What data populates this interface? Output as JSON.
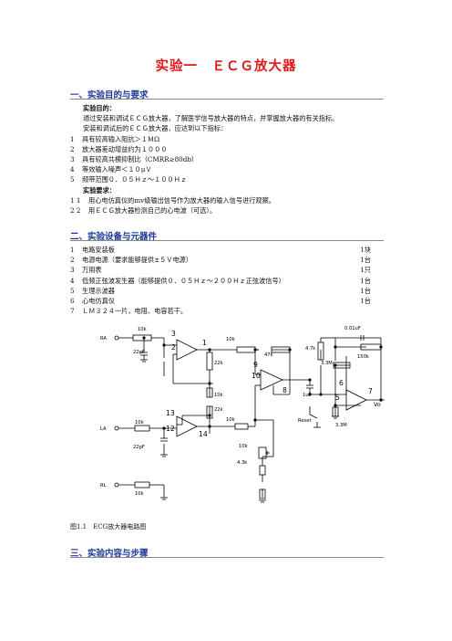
{
  "title": "实验一　ＥＣＧ放大器",
  "sections": {
    "s1": "一、实验目的与要求",
    "s2": "二、实验设备与元器件",
    "s3": "三、实验内容与步骤"
  },
  "objectives": {
    "purpose_heading": "实验目的：",
    "purpose_text_1": "通过安装和调试ＥＣＧ放大器，了解医学信号放大器的特点，并掌握放大器的有关指标。",
    "purpose_text_2": "安装和调试后的ＥＣＧ放大器，应达到以下指标：",
    "specs": [
      {
        "num": "1",
        "text": "具有较高输入阻抗＞１ＭΩ"
      },
      {
        "num": "2",
        "text": "放大器差动增益约为１０００"
      },
      {
        "num": "3",
        "text": "具有较高共模抑制比（CMRR≥80db）"
      },
      {
        "num": "4",
        "text": "等效输入噪声＜１０μＶ"
      },
      {
        "num": "5",
        "text": "频带范围０．０５Ｈｚ～１００Ｈｚ"
      }
    ],
    "requirements_heading": "实验要求：",
    "requirements": [
      {
        "num": "1 1",
        "text": "用心电仿真仪的mv级输出信号作为放大器的输入信号进行观察。"
      },
      {
        "num": "2 2",
        "text": "用ＥＣＧ放大器检测自己的心电波（可选）。"
      }
    ]
  },
  "equipment": [
    {
      "num": "1",
      "name": "电路安装板",
      "qty": "1块"
    },
    {
      "num": "2",
      "name": "电源电源（要求能够提供±５Ｖ电源）",
      "qty": "1台"
    },
    {
      "num": "3",
      "name": "万用表",
      "qty": "1只"
    },
    {
      "num": "4",
      "name": "低频正弦波发生器（能够提供０．０５Ｈｚ～２００Ｈｚ正弦波信号）",
      "qty": "1台"
    },
    {
      "num": "5",
      "name": "生理示波器",
      "qty": "1台"
    },
    {
      "num": "6",
      "name": "心电仿真仪",
      "qty": "1台"
    },
    {
      "num": "7",
      "name": "ＬＭ３２４一片，电阻、电容若干。",
      "qty": ""
    }
  ],
  "figure": {
    "caption": "图1.1　ECG放大器电路图",
    "labels": {
      "RA": "RA",
      "LA": "LA",
      "RL": "RL",
      "Vo": "Vo",
      "reset": "Reset",
      "r_ra": "10k",
      "r_la": "10k",
      "r_rl": "10k",
      "c_ra": "22pF",
      "c_la": "22pF",
      "r_top_out": "10k",
      "r_fb_top": "22k",
      "r_gain": "10k",
      "r_fb_bot": "22k",
      "r_bot_out": "10k",
      "r_47k": "47k",
      "r_pot": "10k",
      "r_43k": "4.3k",
      "r_47": "4.7k",
      "r_33m_a": "3.3M",
      "r_33m_b": "3.3M",
      "c_1uf": "1uF",
      "c_001": "0.01uF",
      "r_150k": "150k",
      "p1": "1",
      "p2": "2",
      "p3": "3",
      "p5": "5",
      "p6": "6",
      "p7": "7",
      "p8": "8",
      "p9": "9",
      "p10": "10",
      "p12": "12",
      "p13": "13",
      "p14": "14"
    }
  }
}
